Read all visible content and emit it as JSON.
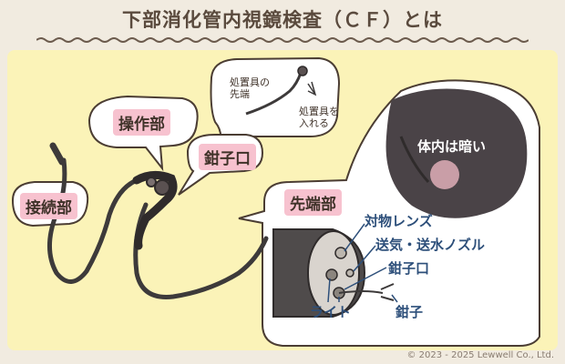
{
  "title": "下部消化管内視鏡検査（ＣＦ）とは",
  "labels": {
    "connection": "接続部",
    "operation": "操作部",
    "forceps_port": "鉗子口",
    "tip": "先端部",
    "inside_dark": "体内は暗い"
  },
  "notes": {
    "tool_tip_line1": "処置具の",
    "tool_tip_line2": "先端",
    "insert_line1": "処置具を",
    "insert_line2": "入れる"
  },
  "tip_parts": {
    "objective_lens": "対物レンズ",
    "nozzle": "送気・送水ノズル",
    "forceps_port": "鉗子口",
    "light": "ライト",
    "forceps": "鉗子"
  },
  "copyright": "© 2023 - 2025 Lewwell Co., Ltd.",
  "colors": {
    "background": "#f1ebe0",
    "panel": "#fbf3b8",
    "label_bg": "#f7c2cf",
    "part_text": "#2d4f7a"
  }
}
